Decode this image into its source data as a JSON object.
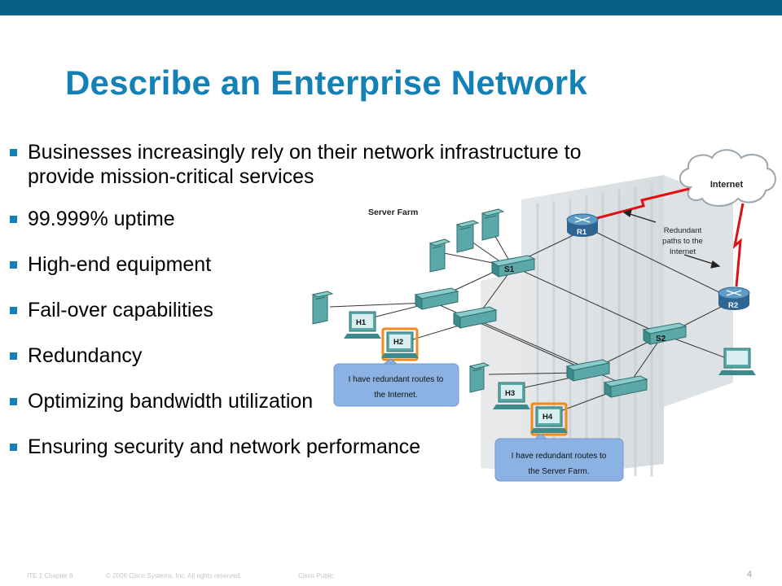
{
  "slide": {
    "title": "Describe an Enterprise Network",
    "bullets": [
      "Businesses increasingly rely on their network infrastructure to provide mission-critical services",
      "99.999% uptime",
      "High-end equipment",
      "Fail-over capabilities",
      "Redundancy",
      "Optimizing bandwidth utilization",
      "Ensuring security and network performance"
    ]
  },
  "diagram": {
    "server_farm_label": "Server Farm",
    "internet_label": "Internet",
    "r1_label": "R1",
    "r2_label": "R2",
    "s1_label": "S1",
    "s2_label": "S2",
    "h1_label": "H1",
    "h2_label": "H2",
    "h3_label": "H3",
    "h4_label": "H4",
    "redundant_line1": "Redundant",
    "redundant_line2": "paths to the",
    "redundant_line3": "Internet",
    "callout_h2_line1": "I have redundant routes to",
    "callout_h2_line2": "the Internet.",
    "callout_h4_line1": "I have redundant routes to",
    "callout_h4_line2": "the Server Farm."
  },
  "footer": {
    "course": "ITE 1 Chapter 6",
    "copyright": "© 2006 Cisco Systems, Inc. All rights reserved.",
    "classification": "Cisco Public",
    "page_number": "4"
  },
  "colors": {
    "header_bar": "#0a5f86",
    "title": "#1380b6",
    "bullet": "#1380b6",
    "device_teal": "#4f9e9f",
    "router_blue": "#3b78a6",
    "link_red": "#e01010",
    "callout_blue": "#8cb2e4"
  }
}
